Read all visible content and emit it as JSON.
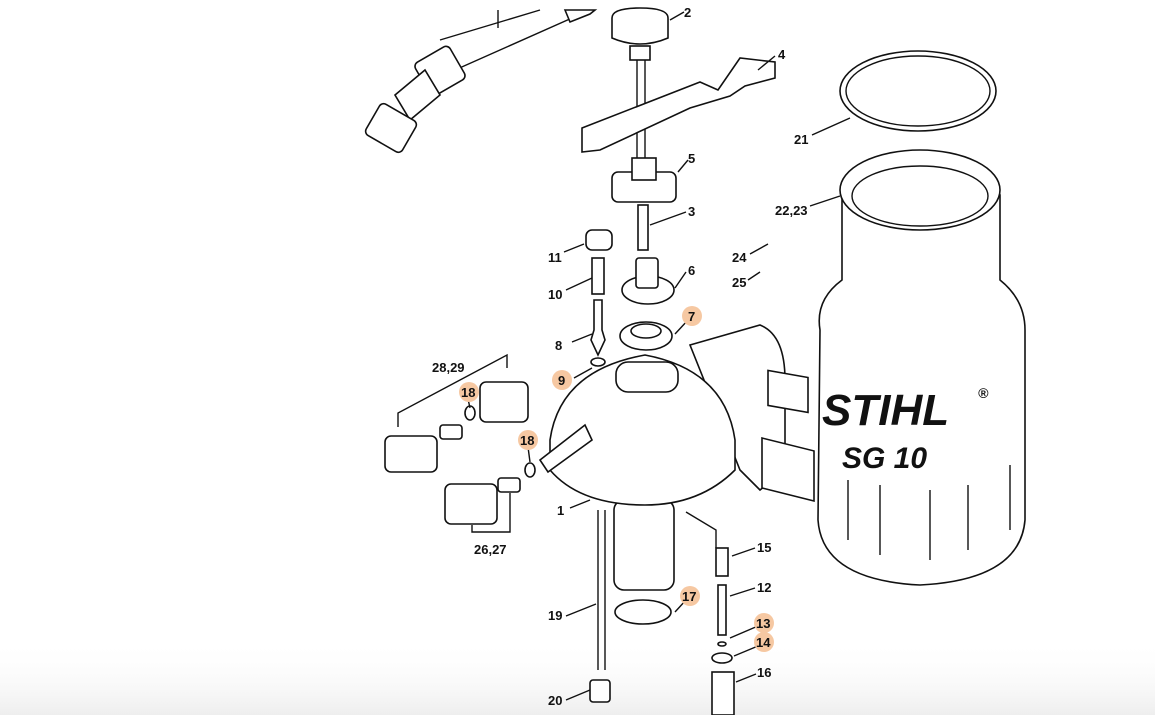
{
  "diagram": {
    "title": "Sprayer SG 10 exploded parts diagram",
    "highlight_color": "#f6c8a2",
    "logo_text": "STIHL",
    "logo_registered": "®",
    "model_text": "SG 10"
  },
  "callouts": [
    {
      "label": "2",
      "highlighted": false
    },
    {
      "label": "4",
      "highlighted": false
    },
    {
      "label": "21",
      "highlighted": false
    },
    {
      "label": "5",
      "highlighted": false
    },
    {
      "label": "22,23",
      "highlighted": false
    },
    {
      "label": "3",
      "highlighted": false
    },
    {
      "label": "11",
      "highlighted": false
    },
    {
      "label": "24",
      "highlighted": false
    },
    {
      "label": "6",
      "highlighted": false
    },
    {
      "label": "10",
      "highlighted": false
    },
    {
      "label": "25",
      "highlighted": false
    },
    {
      "label": "7",
      "highlighted": true
    },
    {
      "label": "8",
      "highlighted": false
    },
    {
      "label": "28,29",
      "highlighted": false
    },
    {
      "label": "9",
      "highlighted": true
    },
    {
      "label": "18",
      "highlighted": true
    },
    {
      "label": "18",
      "highlighted": true
    },
    {
      "label": "1",
      "highlighted": false
    },
    {
      "label": "15",
      "highlighted": false
    },
    {
      "label": "26,27",
      "highlighted": false
    },
    {
      "label": "12",
      "highlighted": false
    },
    {
      "label": "17",
      "highlighted": true
    },
    {
      "label": "19",
      "highlighted": false
    },
    {
      "label": "13",
      "highlighted": true
    },
    {
      "label": "14",
      "highlighted": true
    },
    {
      "label": "16",
      "highlighted": false
    },
    {
      "label": "20",
      "highlighted": false
    }
  ]
}
